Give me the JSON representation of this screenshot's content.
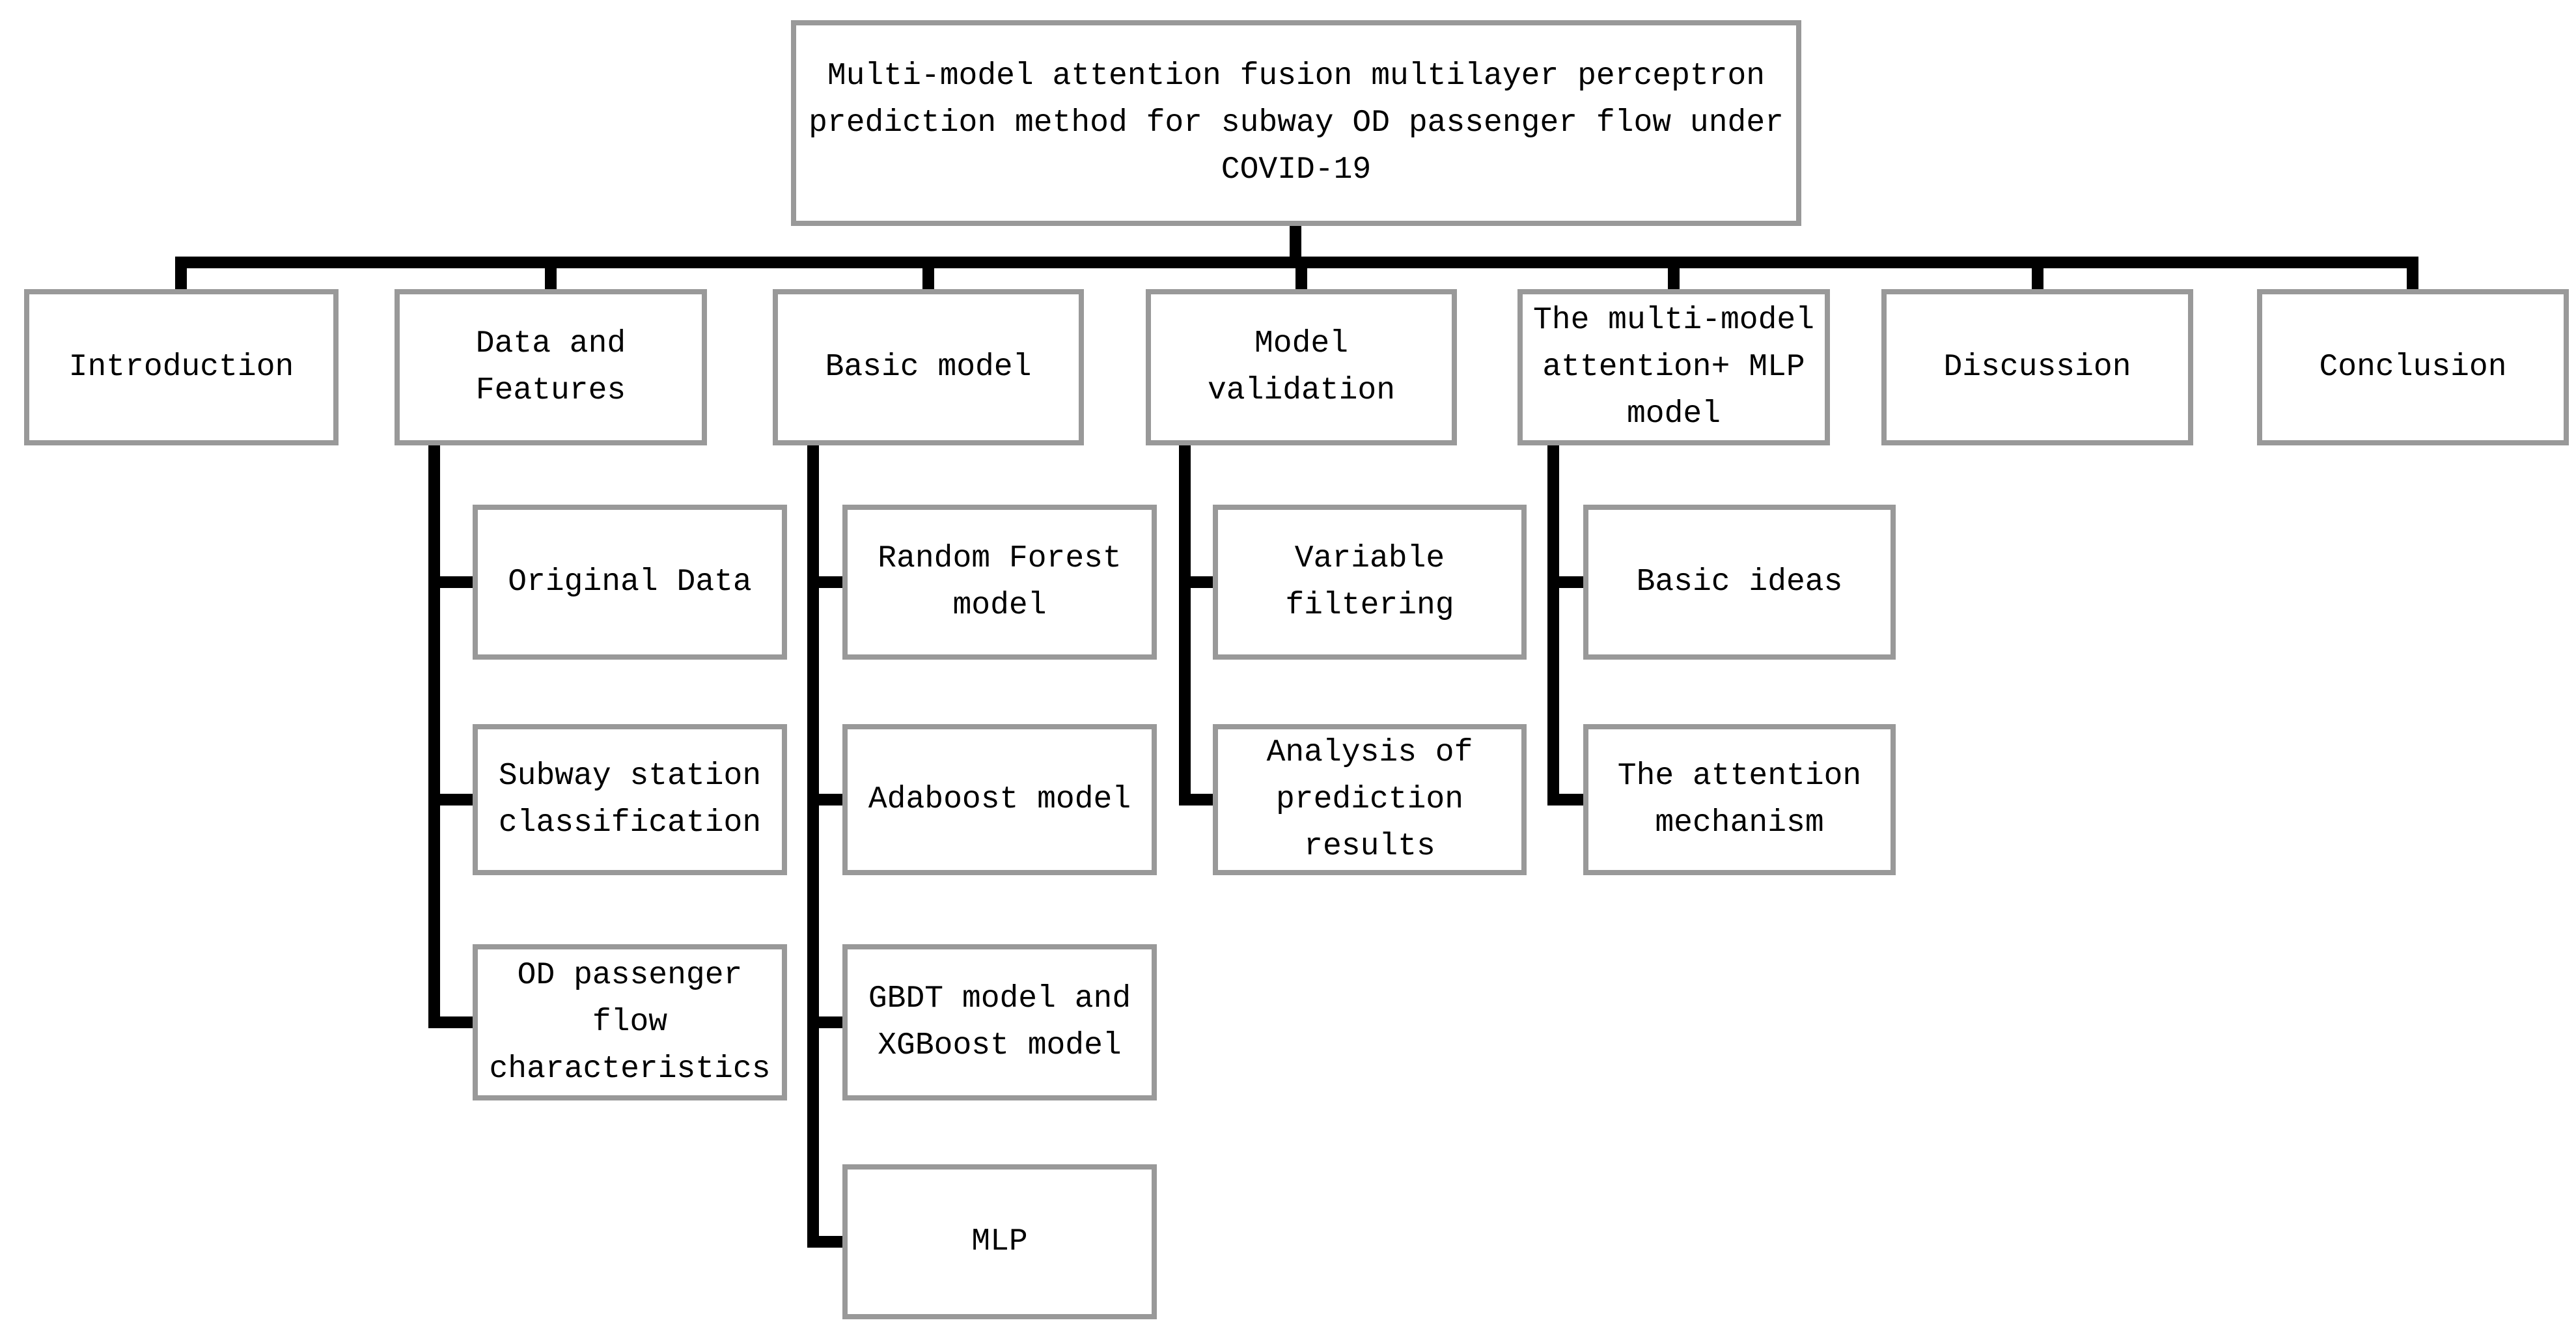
{
  "colors": {
    "line": "#000000",
    "box_border": "#999999",
    "text": "#000000",
    "background": "#ffffff"
  },
  "diagram": {
    "type": "hierarchy-flowchart",
    "title": {
      "label": "Multi-model attention fusion multilayer perceptron\nprediction method for subway OD passenger flow under\nCOVID-19"
    },
    "sections": [
      {
        "label": "Introduction",
        "children": []
      },
      {
        "label": "Data and\nFeatures",
        "children": [
          {
            "label": "Original Data"
          },
          {
            "label": "Subway station\nclassification"
          },
          {
            "label": "OD passenger\nflow\ncharacteristics"
          }
        ]
      },
      {
        "label": "Basic model",
        "children": [
          {
            "label": "Random Forest\nmodel"
          },
          {
            "label": "Adaboost model"
          },
          {
            "label": "GBDT model and\nXGBoost model"
          },
          {
            "label": "MLP"
          }
        ]
      },
      {
        "label": "Model\nvalidation",
        "children": [
          {
            "label": "Variable\nfiltering"
          },
          {
            "label": "Analysis of\nprediction\nresults"
          }
        ]
      },
      {
        "label": "The multi-model\nattention+ MLP\nmodel",
        "children": [
          {
            "label": "Basic ideas"
          },
          {
            "label": "The attention\nmechanism"
          }
        ]
      },
      {
        "label": "Discussion",
        "children": []
      },
      {
        "label": "Conclusion",
        "children": []
      }
    ]
  }
}
